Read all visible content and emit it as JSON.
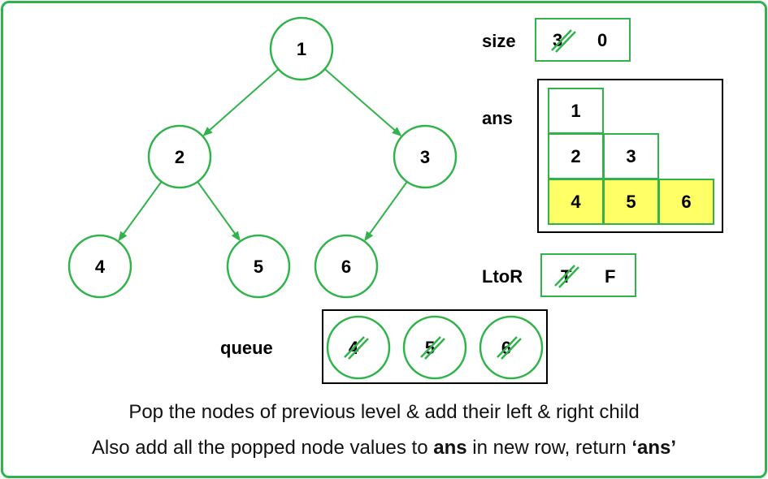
{
  "tree": {
    "nodes": [
      {
        "id": "n1",
        "label": "1"
      },
      {
        "id": "n2",
        "label": "2"
      },
      {
        "id": "n3",
        "label": "3"
      },
      {
        "id": "n4",
        "label": "4"
      },
      {
        "id": "n5",
        "label": "5"
      },
      {
        "id": "n6",
        "label": "6"
      }
    ],
    "edges": [
      [
        "n1",
        "n2"
      ],
      [
        "n1",
        "n3"
      ],
      [
        "n2",
        "n4"
      ],
      [
        "n2",
        "n5"
      ],
      [
        "n3",
        "n6"
      ]
    ]
  },
  "size": {
    "label": "size",
    "old_value": "3",
    "new_value": "0"
  },
  "ans": {
    "label": "ans",
    "rows": [
      [
        "1"
      ],
      [
        "2",
        "3"
      ],
      [
        "4",
        "5",
        "6"
      ]
    ],
    "highlight_row_index": 2,
    "highlight_color": "#ffff66"
  },
  "ltor": {
    "label": "LtoR",
    "old_value": "T",
    "new_value": "F"
  },
  "queue": {
    "label": "queue",
    "items": [
      "4",
      "5",
      "6"
    ],
    "all_popped": true
  },
  "caption": {
    "line1": "Pop the nodes of previous level & add their left & right child",
    "line2_pre": "Also add all the popped node values to ",
    "line2_bold1": "ans",
    "line2_mid": " in new row, return ",
    "line2_bold2": "‘ans’"
  },
  "colors": {
    "accent_green": "#2fb34a",
    "highlight_yellow": "#ffff66",
    "ink": "#000000"
  }
}
